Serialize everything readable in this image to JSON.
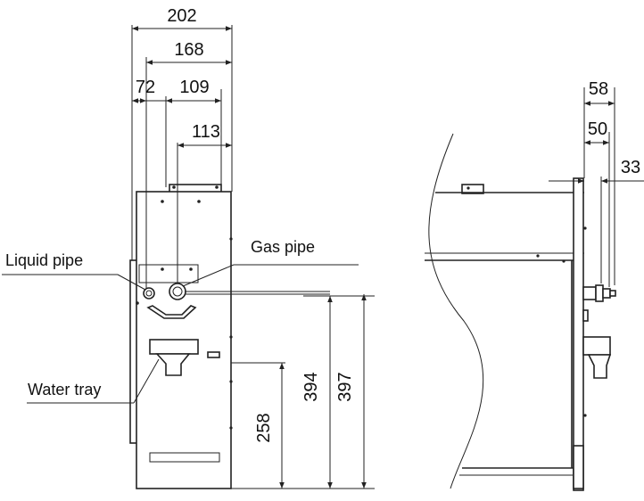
{
  "diagram": {
    "dimensions": {
      "width_total": "202",
      "width_168": "168",
      "width_72": "72",
      "width_109": "109",
      "width_113": "113",
      "height_258": "258",
      "height_394": "394",
      "height_397": "397",
      "depth_58": "58",
      "depth_50": "50",
      "depth_33": "33"
    },
    "labels": {
      "liquid_pipe": "Liquid pipe",
      "gas_pipe": "Gas pipe",
      "water_tray": "Water tray"
    }
  }
}
